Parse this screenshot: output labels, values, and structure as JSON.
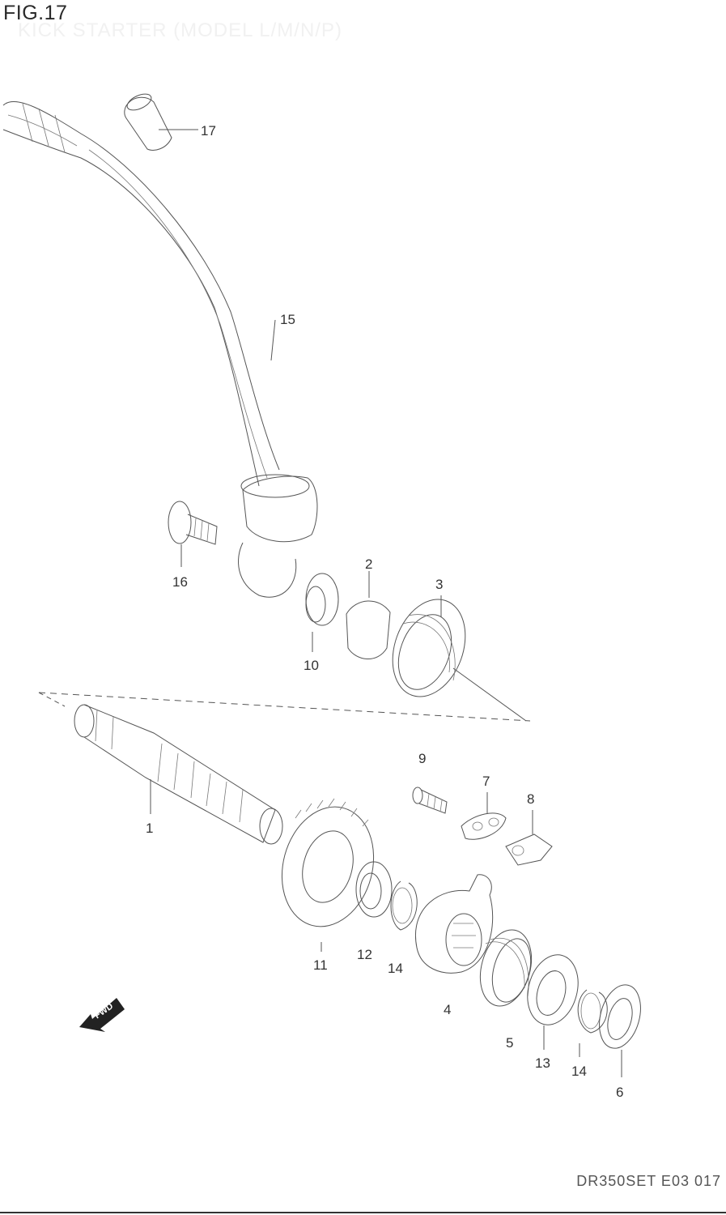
{
  "figure": {
    "title": "FIG.17",
    "subtitle": "KICK STARTER (MODEL L/M/N/P)",
    "code": "DR350SET E03 017"
  },
  "fwd_label": "FWD",
  "callouts": [
    {
      "id": "label-17",
      "text": "17"
    },
    {
      "id": "label-15",
      "text": "15"
    },
    {
      "id": "label-16",
      "text": "16"
    },
    {
      "id": "label-2",
      "text": "2"
    },
    {
      "id": "label-3",
      "text": "3"
    },
    {
      "id": "label-10",
      "text": "10"
    },
    {
      "id": "label-9",
      "text": "9"
    },
    {
      "id": "label-7",
      "text": "7"
    },
    {
      "id": "label-8",
      "text": "8"
    },
    {
      "id": "label-1",
      "text": "1"
    },
    {
      "id": "label-11",
      "text": "11"
    },
    {
      "id": "label-12",
      "text": "12"
    },
    {
      "id": "label-14a",
      "text": "14"
    },
    {
      "id": "label-4",
      "text": "4"
    },
    {
      "id": "label-5",
      "text": "5"
    },
    {
      "id": "label-13",
      "text": "13"
    },
    {
      "id": "label-14b",
      "text": "14"
    },
    {
      "id": "label-6",
      "text": "6"
    }
  ]
}
